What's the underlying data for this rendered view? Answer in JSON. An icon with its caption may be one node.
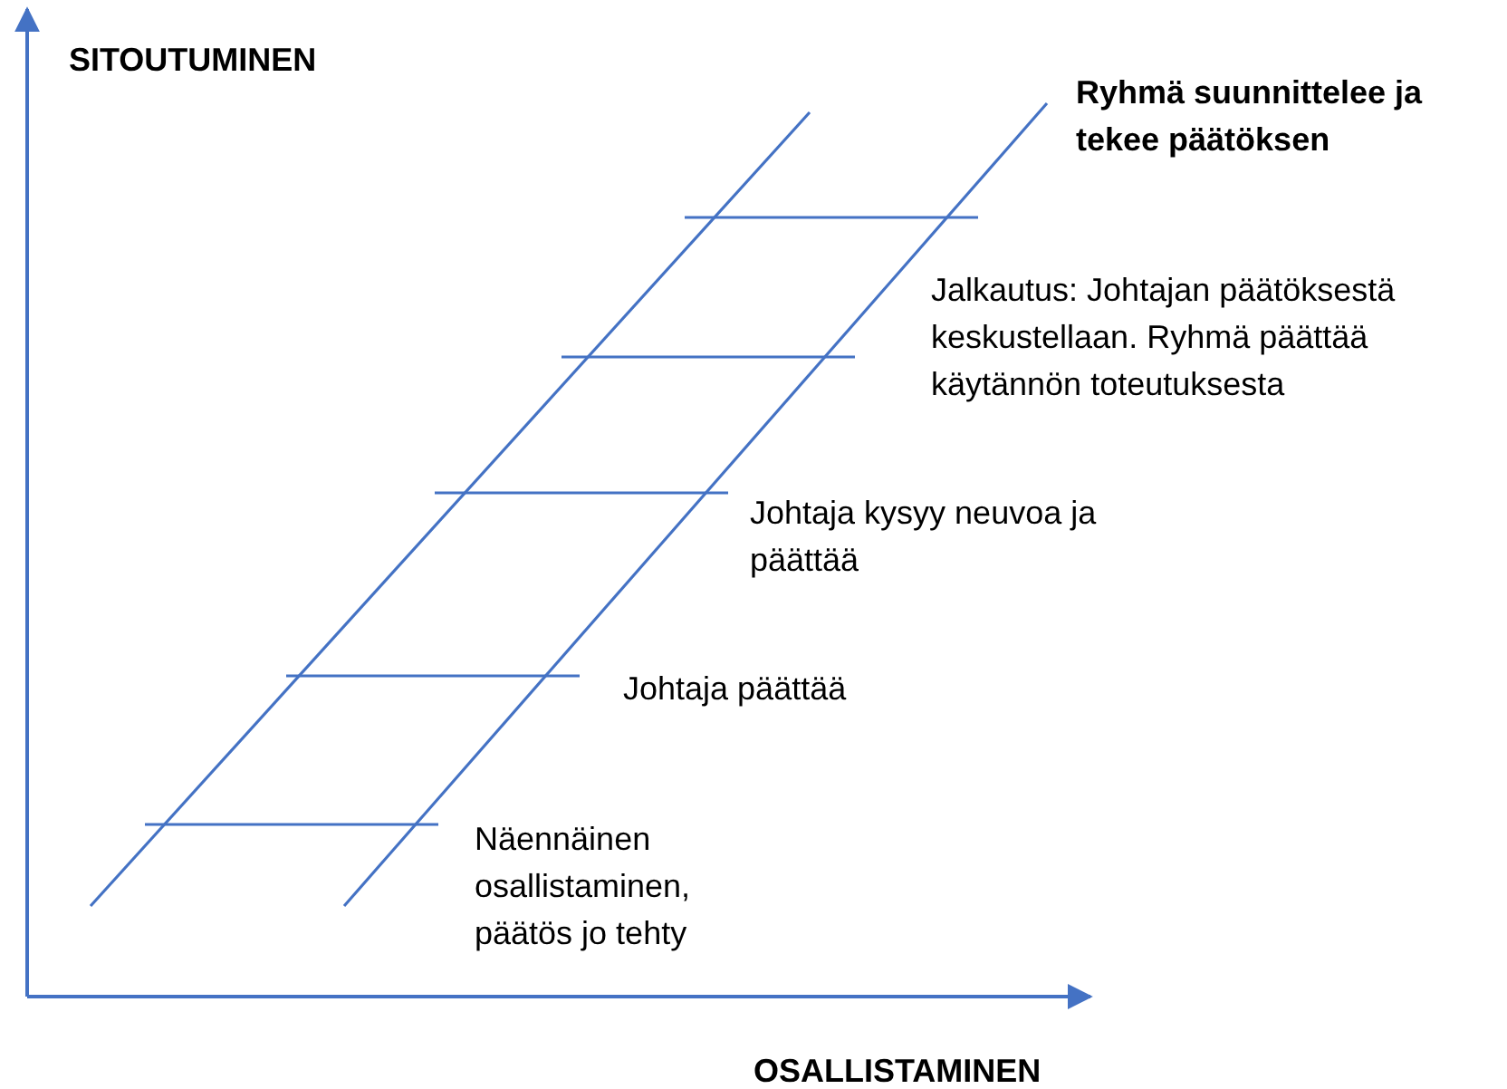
{
  "diagram": {
    "labels": [
      "SITOUTUMINEN",
      "Ryhmä suunnittelee ja tekee päätöksen",
      "Jalkautus: Johtajan päätöksestä keskustellaan. Ryhmä päättää käytännön toteutuksesta",
      "Johtaja kysyy neuvoa ja päättää",
      "Johtaja päättää",
      "Näennäinen osallistaminen, päätös jo tehty",
      "OSALLISTAMINEN"
    ]
  }
}
